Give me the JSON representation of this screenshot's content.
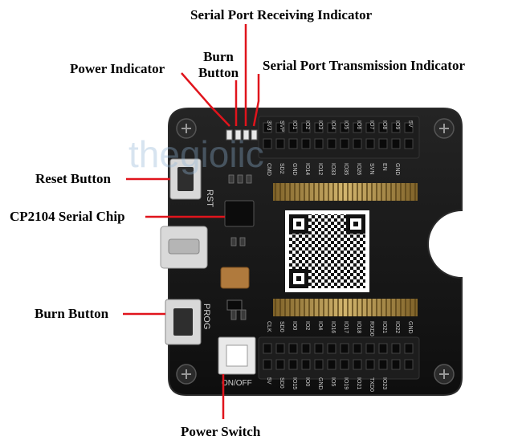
{
  "labels": {
    "serial_rx": "Serial Port Receiving Indicator",
    "serial_tx": "Serial Port Transmission Indicator",
    "power_indicator": "Power Indicator",
    "burn_button_top_line1": "Burn",
    "burn_button_top_line2": "Button",
    "reset_button": "Reset Button",
    "cp2104_chip": "CP2104 Serial Chip",
    "burn_button_left": "Burn Button",
    "power_switch": "Power Switch"
  },
  "silkscreen": {
    "rst": "RST",
    "prog": "PROG",
    "on_off": "ON/OFF",
    "top_pins_outer": [
      "3V3",
      "SVP",
      "IO1",
      "IO2",
      "IO3",
      "IO4",
      "IO5",
      "IO6",
      "IO7",
      "IO8",
      "IO9",
      "5V"
    ],
    "top_pins_inner": [
      "CMD",
      "SD2",
      "GND",
      "IO14",
      "IO12",
      "IO33",
      "IO35",
      "IO26",
      "SVN",
      "EN",
      "GND"
    ],
    "bottom_pins_inner": [
      "CLK",
      "SD0",
      "IO0",
      "IO2",
      "IO4",
      "IO16",
      "IO17",
      "IO18",
      "RXD0",
      "IO21",
      "IO22",
      "GND"
    ],
    "bottom_pins_outer": [
      "5V",
      "SD0",
      "IO15",
      "IO0",
      "GND",
      "IO5",
      "IO19",
      "IO21",
      "TXD0",
      "IO23"
    ]
  },
  "watermark": "thegioiic",
  "colors": {
    "leader_line": "#e0141c",
    "board": "#161616",
    "board_edge": "#2a2a2a",
    "gold": "#c9a24a"
  }
}
